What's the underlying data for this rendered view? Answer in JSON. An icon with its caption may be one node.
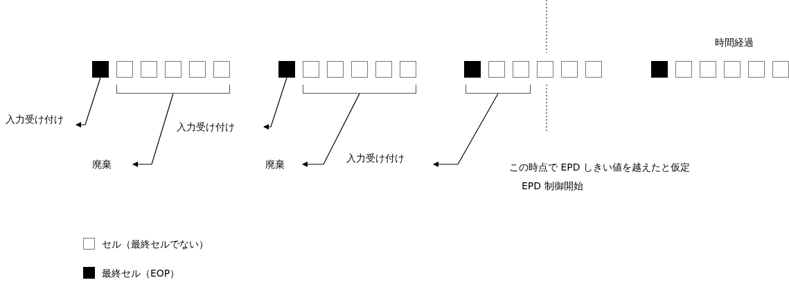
{
  "diagram": {
    "nodes": [
      {
        "text": [],
        "shape": "box"
      },
      {
        "text": [],
        "shape": "box"
      },
      {
        "text": [],
        "shape": "box"
      },
      {
        "text": [],
        "shape": "box"
      },
      {
        "text": [],
        "shape": "box"
      },
      {
        "text": [],
        "shape": "box"
      },
      {
        "text": [],
        "shape": "box"
      },
      {
        "text": [],
        "shape": "box"
      },
      {
        "text": [],
        "shape": "box"
      },
      {
        "text": [],
        "shape": "box"
      },
      {
        "text": [],
        "shape": "box"
      },
      {
        "text": [],
        "shape": "box"
      },
      {
        "text": [],
        "shape": "box"
      },
      {
        "text": [],
        "shape": "box"
      },
      {
        "text": [],
        "shape": "box"
      },
      {
        "text": [],
        "shape": "box"
      },
      {
        "text": [],
        "shape": "box"
      },
      {
        "text": [],
        "shape": "box"
      },
      {
        "text": [],
        "shape": "box"
      },
      {
        "text": [],
        "shape": "box"
      },
      {
        "text": [],
        "shape": "box"
      },
      {
        "text": [],
        "shape": "box"
      },
      {
        "text": [],
        "shape": "box"
      },
      {
        "text": [],
        "shape": "box"
      },
      {
        "text": [],
        "shape": "bracket"
      },
      {
        "text": [],
        "shape": "bracket"
      },
      {
        "text": [],
        "shape": "bracket"
      },
      {
        "text": [
          "入力受け付け"
        ]
      },
      {
        "text": [
          "廃棄"
        ]
      },
      {
        "text": [
          "入力受け付け"
        ]
      },
      {
        "text": [
          "廃棄"
        ]
      },
      {
        "text": [
          "入力受け付け"
        ]
      }
    ],
    "edges": [
      {
        "from": 0,
        "to": 27,
        "arrow": "to"
      },
      {
        "from": 24,
        "to": 28,
        "arrow": "to"
      },
      {
        "from": 6,
        "to": 29,
        "arrow": "to"
      },
      {
        "from": 25,
        "to": 30,
        "arrow": "to"
      },
      {
        "from": 26,
        "to": 31,
        "arrow": "to"
      }
    ],
    "labels": [
      "時間経過",
      "この時点で EPD しきい値を越えたと仮定",
      "EPD 制御開始"
    ],
    "legend": [
      {
        "text": "セル（最終セルでない）",
        "color": "#ffffff"
      },
      {
        "text": "最終セル（EOP）",
        "color": "#000000"
      }
    ]
  }
}
